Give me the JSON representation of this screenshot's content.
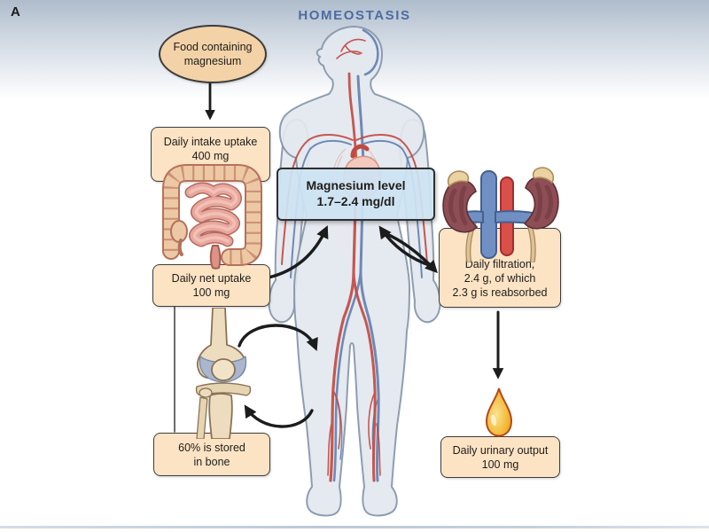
{
  "panel": {
    "label": "A"
  },
  "header": {
    "title": "HOMEOSTASIS"
  },
  "nodes": {
    "food": {
      "lines": [
        "Food containing",
        "magnesium"
      ]
    },
    "intake": {
      "lines": [
        "Daily intake uptake",
        "400 mg"
      ]
    },
    "net_uptake": {
      "lines": [
        "Daily net uptake",
        "100 mg"
      ]
    },
    "mg_level": {
      "lines": [
        "Magnesium level",
        "1.7–2.4 mg/dl"
      ]
    },
    "filtration": {
      "lines": [
        "Daily filtration,",
        "2.4 g, of which",
        "2.3 g is reabsorbed"
      ]
    },
    "bone": {
      "lines": [
        "60% is stored",
        "in bone"
      ]
    },
    "urinary": {
      "lines": [
        "Daily urinary output",
        "100 mg"
      ]
    }
  },
  "illustrations": {
    "body": "human-body-with-vasculature",
    "intestines": "large-and-small-intestine",
    "kidneys": "kidneys-with-aorta-and-vena-cava",
    "bone": "knee-joint-bone",
    "drop": "urine-drop"
  },
  "colors": {
    "title_accent": "#4c6da0",
    "box_fill": "#fbe3c4",
    "ellipse_fill": "#f3d2a7",
    "mg_box_fill": "#cde3f3",
    "box_border": "#3c3c3c",
    "gradient_top": "#aebccc",
    "arrow": "#1c1c1c",
    "artery": "#c24840",
    "vein": "#5f7cae",
    "kidney": "#8d4e56",
    "urine": "#f0a81c"
  }
}
